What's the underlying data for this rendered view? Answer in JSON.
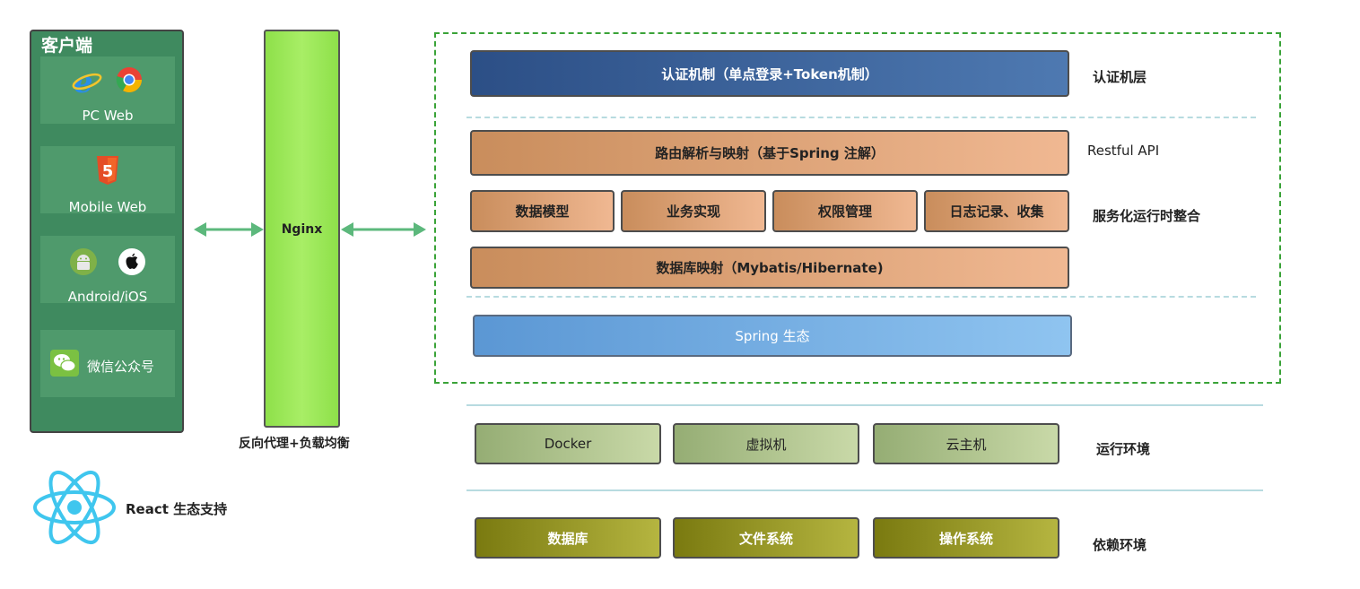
{
  "client": {
    "title": "客户端",
    "items": [
      {
        "label": "PC Web"
      },
      {
        "label": "Mobile Web"
      },
      {
        "label": "Android/iOS"
      },
      {
        "label": "微信公众号"
      }
    ]
  },
  "nginx": {
    "label": "Nginx",
    "caption": "反向代理+负载均衡"
  },
  "react": {
    "label": "React 生态支持"
  },
  "layers": {
    "auth": {
      "bar": "认证机制（单点登录+Token机制）",
      "side": "认证机层"
    },
    "routing": {
      "bar": "路由解析与映射（基于Spring 注解）",
      "side": "Restful API"
    },
    "service_blocks": [
      "数据模型",
      "业务实现",
      "权限管理",
      "日志记录、收集"
    ],
    "service_side": "服务化运行时整合",
    "db_mapping": "数据库映射（Mybatis/Hibernate)",
    "spring": "Spring 生态"
  },
  "runtime": {
    "items": [
      "Docker",
      "虚拟机",
      "云主机"
    ],
    "side": "运行环境"
  },
  "dependency": {
    "items": [
      "数据库",
      "文件系统",
      "操作系统"
    ],
    "side": "依赖环境"
  },
  "colors": {
    "client_bg": "#3f8a5f",
    "nginx": "#9be85a",
    "auth_bar": "#2c4f86",
    "orange_bar": "#e0a57a",
    "spring_bar": "#6fa9e2",
    "runtime_bar": "#b1c58f",
    "dependency_bar": "#99992a",
    "dashed_container": "#3aa338",
    "arrow": "#5cb87c"
  },
  "icons": [
    "ie-icon",
    "chrome-icon",
    "html5-icon",
    "android-icon",
    "apple-icon",
    "wechat-icon",
    "react-logo-icon"
  ]
}
